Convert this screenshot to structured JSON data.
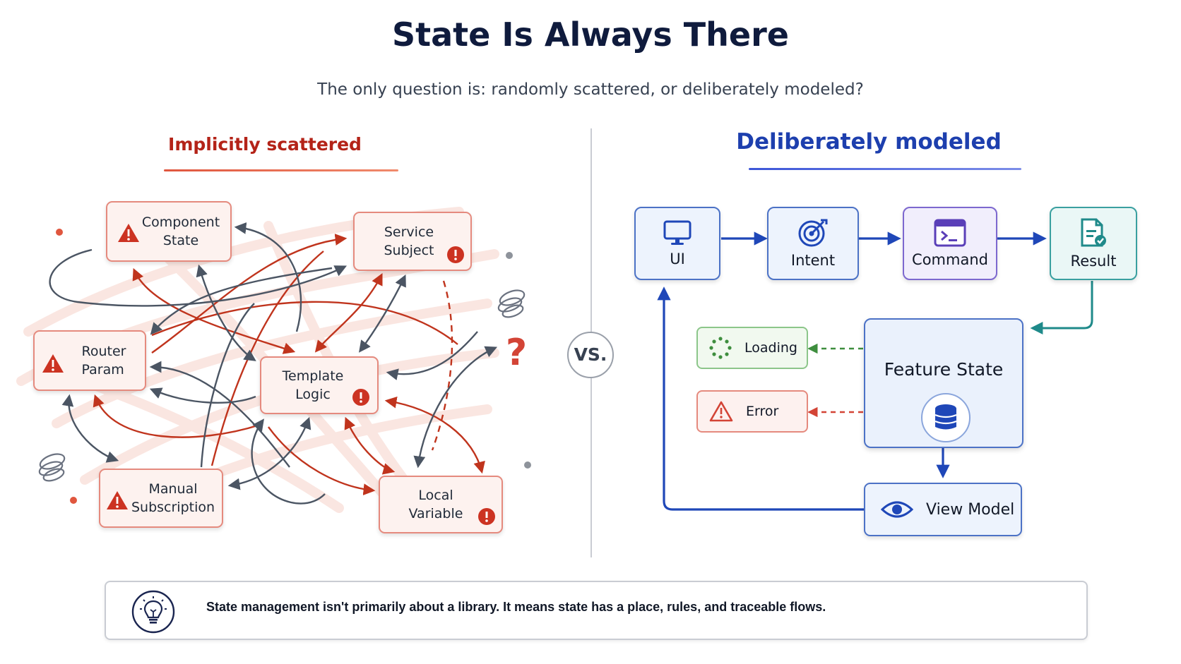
{
  "header": {
    "title": "State Is Always There",
    "subtitle": "The only question is: randomly scattered, or deliberately modeled?"
  },
  "left_panel": {
    "heading": "Implicitly scattered",
    "nodes": {
      "component_state": "Component\nState",
      "service_subject": "Service\nSubject",
      "router_param": "Router\nParam",
      "template_logic": "Template\nLogic",
      "manual_subscription": "Manual\nSubscription",
      "local_variable": "Local\nVariable"
    },
    "question_mark": "?"
  },
  "vs_label": "VS.",
  "right_panel": {
    "heading": "Deliberately modeled",
    "flow": {
      "ui": "UI",
      "intent": "Intent",
      "command": "Command",
      "result": "Result"
    },
    "feature_state": "Feature State",
    "loading": "Loading",
    "error": "Error",
    "view_model": "View Model"
  },
  "footer": {
    "text": "State management isn't primarily about a library. It means state has a place, rules, and traceable flows."
  },
  "colors": {
    "title": "#0f1b3d",
    "scattered_red": "#b42318",
    "modeled_blue": "#1d3fae",
    "arrow_red": "#c0341d",
    "arrow_gray": "#4b5563",
    "flow_blue": "#1f47b8",
    "result_teal": "#1f8a8a",
    "loading_green": "#3e8e3e",
    "error_red": "#d34436"
  },
  "icons": {
    "warning": "warning-triangle-icon",
    "alert": "exclamation-circle-icon",
    "ui": "monitor-icon",
    "intent": "target-icon",
    "command": "terminal-icon",
    "result": "document-check-icon",
    "feature_state": "database-icon",
    "loading": "spinner-icon",
    "error": "warning-triangle-icon",
    "view_model": "eye-icon",
    "footer": "lightbulb-icon"
  }
}
